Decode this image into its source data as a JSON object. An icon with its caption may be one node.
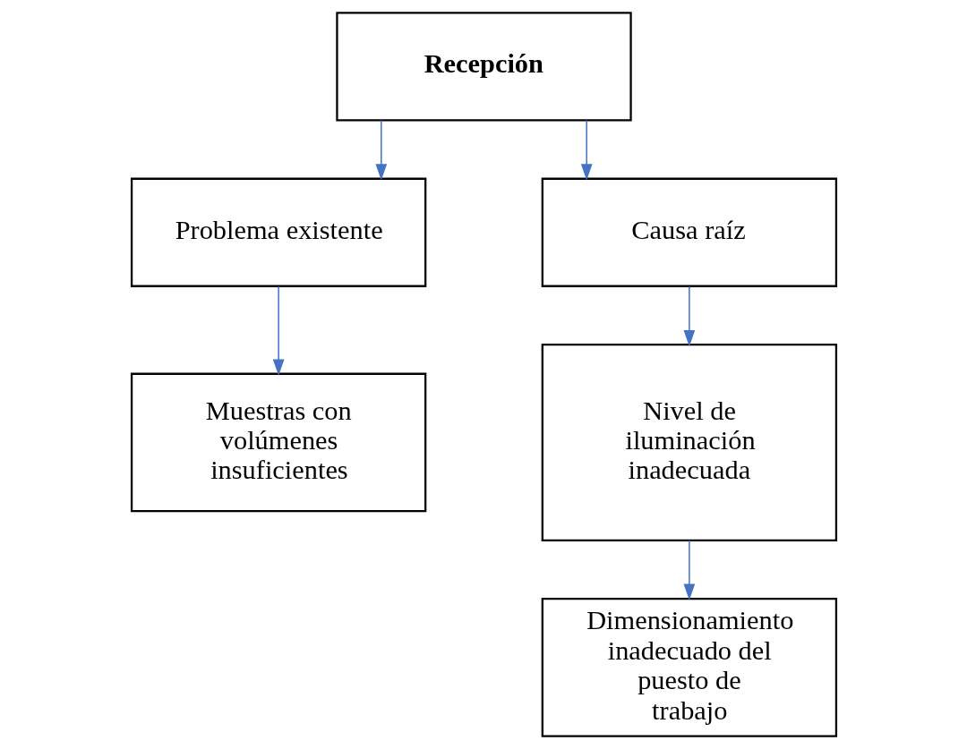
{
  "diagram": {
    "nodes": [
      {
        "text": [
          "Recepción"
        ]
      },
      {
        "text": [
          "Problema existente"
        ]
      },
      {
        "text": [
          "Causa raíz"
        ]
      },
      {
        "text": [
          "Muestras con volúmenes insuficientes"
        ]
      },
      {
        "text": [
          "Nivel de iluminación inadecuada"
        ]
      },
      {
        "text": [
          "Dimensionamiento inadecuado del puesto de trabajo"
        ]
      }
    ],
    "edges": [
      {
        "from": 0,
        "to": 1,
        "arrow": "to"
      },
      {
        "from": 0,
        "to": 2,
        "arrow": "to"
      },
      {
        "from": 1,
        "to": 3,
        "arrow": "to"
      },
      {
        "from": 2,
        "to": 4,
        "arrow": "to"
      },
      {
        "from": 4,
        "to": 5,
        "arrow": "to"
      }
    ]
  }
}
